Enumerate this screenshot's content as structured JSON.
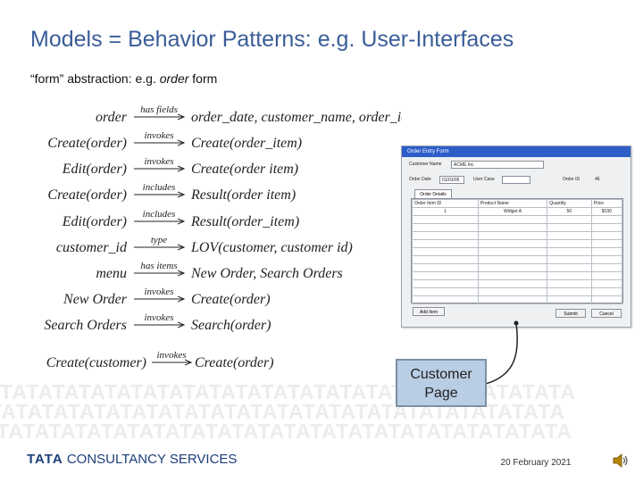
{
  "slide": {
    "title": "Models = Behavior Patterns: e.g. User-Interfaces",
    "subtitle_pre": "“form” abstraction: e.g. ",
    "subtitle_em": "order",
    "subtitle_post": " form"
  },
  "mappings": [
    {
      "lhs": "order",
      "rel": "has fields",
      "rhs": "order_date, customer_name, order_id"
    },
    {
      "lhs": "Create(order)",
      "rel": "invokes",
      "rhs": "Create(order_item)"
    },
    {
      "lhs": "Edit(order)",
      "rel": "invokes",
      "rhs": "Create(order item)"
    },
    {
      "lhs": "Create(order)",
      "rel": "includes",
      "rhs": "Result(order item)"
    },
    {
      "lhs": "Edit(order)",
      "rel": "includes",
      "rhs": "Result(order_item)"
    },
    {
      "lhs": "customer_id",
      "rel": "type",
      "rhs": "LOV(customer, customer id)"
    },
    {
      "lhs": "menu",
      "rel": "has items",
      "rhs": "New Order, Search Orders"
    },
    {
      "lhs": "New Order",
      "rel": "invokes",
      "rhs": "Create(order)"
    },
    {
      "lhs": "Search Orders",
      "rel": "invokes",
      "rhs": "Search(order)"
    },
    {
      "lhs": "Create(customer)",
      "rel": "invokes",
      "rhs": "Create(order)"
    }
  ],
  "form": {
    "window_title": "Order Entry Form",
    "customer_label": "Customer Name",
    "customer_value": "ACME Inc",
    "order_date_label": "Order Date",
    "order_date_value": "01/01/05",
    "user_case_label": "User Case",
    "order_id_label": "Order ID",
    "order_id_value": "46",
    "tab_label": "Order Details",
    "columns": [
      "Order Item ID",
      "Product Name",
      "Quantity",
      "Price"
    ],
    "rows": [
      [
        "1",
        "Widget A",
        "50",
        "$100"
      ]
    ],
    "add_button": "Add Item",
    "submit_button": "Submit",
    "cancel_button": "Cancel"
  },
  "callout": {
    "line1": "Customer",
    "line2": "Page"
  },
  "footer": {
    "logo_brand": "TATA",
    "logo_rest": "CONSULTANCY SERVICES",
    "date": "20 February 2021",
    "pattern_text": "TATATATATATATATATATATATATATATATATATATATATATA"
  },
  "colors": {
    "title": "#3a5d98",
    "callout_fill": "#b9cde4",
    "logo": "#1d3f7a",
    "form_titlebar": "#2d5ec8"
  }
}
